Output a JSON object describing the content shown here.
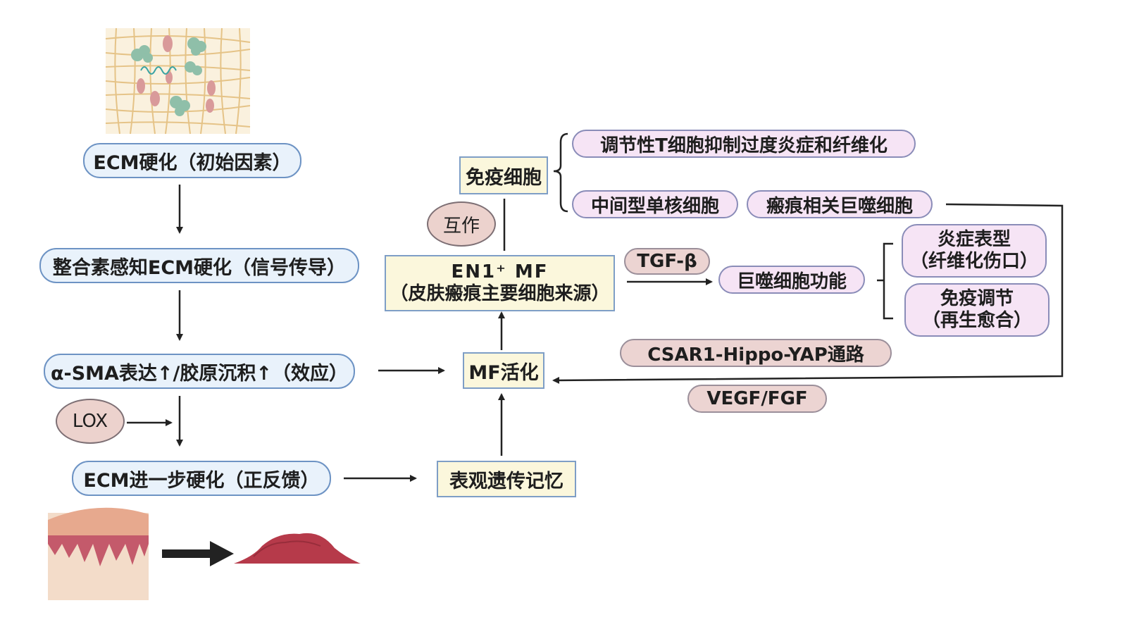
{
  "left_chain": {
    "ecm_stiffening": "ECM硬化（初始因素）",
    "integrin_sensing": "整合素感知ECM硬化（信号传导）",
    "effect": "α-SMA表达↑/胶原沉积↑（效应）",
    "lox": "LOX",
    "further_stiffening": "ECM进一步硬化（正反馈）"
  },
  "center": {
    "en1_title": "EN1⁺ MF",
    "en1_subtitle": "（皮肤瘢痕主要细胞来源）",
    "interaction": "互作",
    "immune_cells": "免疫细胞",
    "mf_activation": "MF活化",
    "epigenetic_memory": "表观遗传记忆"
  },
  "immune_branch": {
    "treg": "调节性T细胞抑制过度炎症和纤维化",
    "intermediate_monocyte": "中间型单核细胞",
    "scar_macrophage": "瘢痕相关巨噬细胞"
  },
  "macrophage_branch": {
    "tgf_beta": "TGF-β",
    "macrophage_function": "巨噬细胞功能",
    "inflammatory_line1": "炎症表型",
    "inflammatory_line2": "（纤维化伤口）",
    "immune_reg_line1": "免疫调节",
    "immune_reg_line2": "（再生愈合）",
    "csar1_pathway": "CSAR1-Hippo-YAP通路",
    "vegf_fgf": "VEGF/FGF"
  },
  "colors": {
    "blue_fill": "#e9f2fb",
    "blue_border": "#6d93c4",
    "yellow_fill": "#fbf7dc",
    "pink_fill": "#ecd4d2",
    "lilac_fill": "#f6e4f5",
    "arrow": "#222222"
  },
  "illustrations": [
    "ecm-mesh-illustration",
    "skin-cross-section-illustration",
    "scar-tissue-illustration"
  ]
}
